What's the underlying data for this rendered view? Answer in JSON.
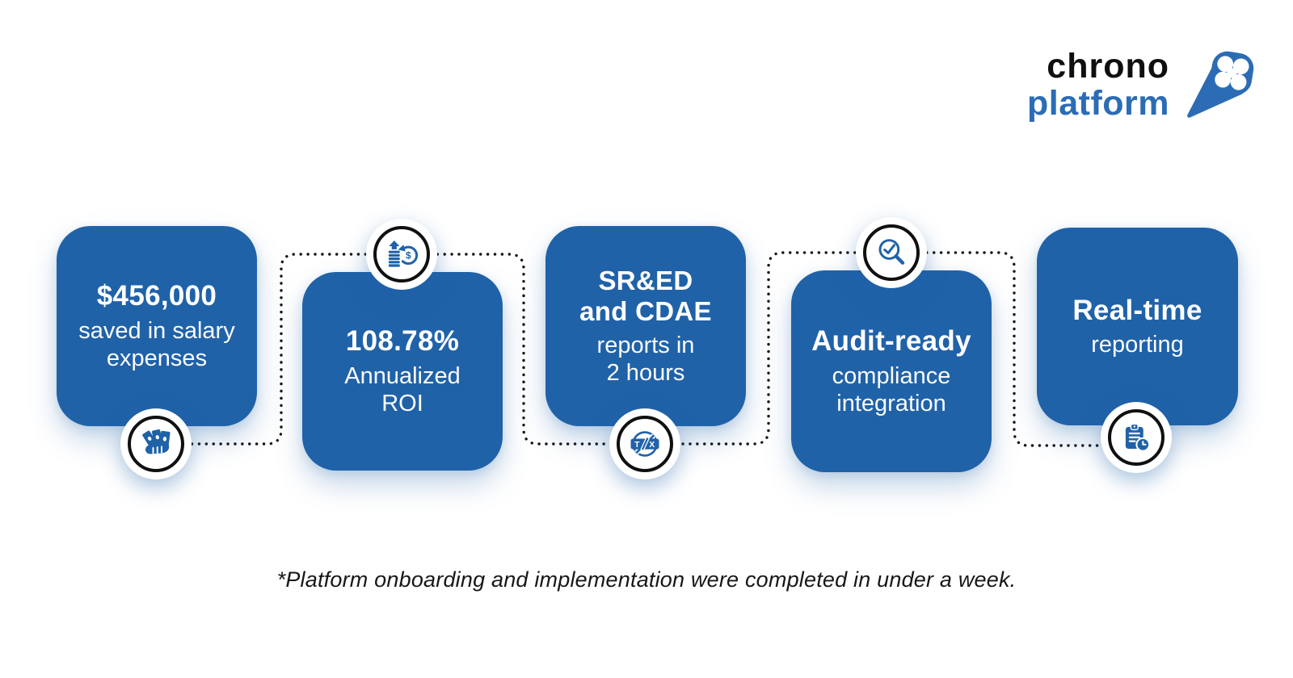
{
  "brand": {
    "name_top": "chrono",
    "name_bottom": "platform"
  },
  "cards": [
    {
      "highlight": "$456,000",
      "detail": "saved in salary\nexpenses",
      "icon": "cash-in-hand",
      "badge_position": "bottom"
    },
    {
      "highlight": "108.78%",
      "detail": "Annualized\nROI",
      "icon": "roi-cycle",
      "badge_position": "top"
    },
    {
      "highlight": "SR&ED\nand CDAE",
      "detail": "reports in\n2 hours",
      "icon": "tax-stamp",
      "badge_position": "bottom"
    },
    {
      "highlight": "Audit-ready",
      "detail": "compliance\nintegration",
      "icon": "magnifier-check",
      "badge_position": "top"
    },
    {
      "highlight": "Real-time",
      "detail": "reporting",
      "icon": "clipboard-clock",
      "badge_position": "bottom"
    }
  ],
  "footnote": "*Platform onboarding and implementation were completed in under a week.",
  "colors": {
    "card_blue": "#2062A8",
    "logo_blue": "#2B6CB5",
    "ink_black": "#101010",
    "text_white": "#FFFFFF",
    "background": "#FFFFFF"
  }
}
